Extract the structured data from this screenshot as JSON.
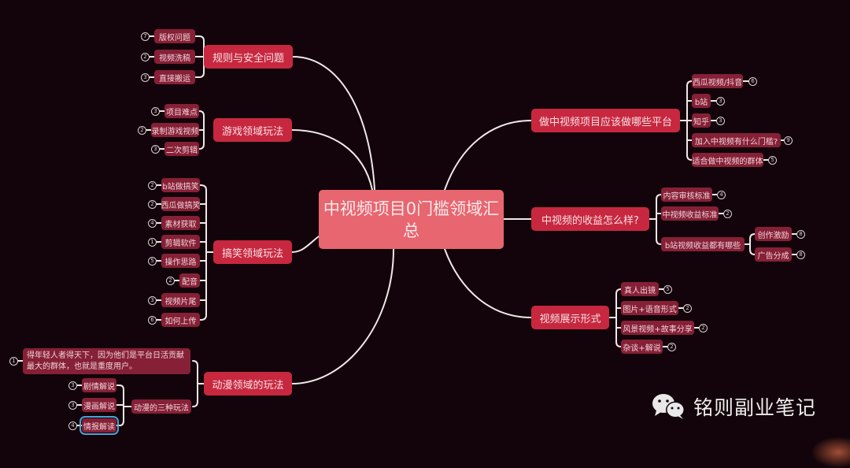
{
  "colors": {
    "background": "#12040a",
    "root_fill": "#e7666f",
    "main_fill": "#c7283f",
    "sub_fill": "#862036",
    "connector": "#f1e7e9",
    "selection_outline": "#4aa3d8"
  },
  "root": {
    "label": "中视频项目0门槛领域汇总"
  },
  "left_branches": [
    {
      "label": "规则与安全问题",
      "children": [
        {
          "label": "版权问题",
          "badge": "7"
        },
        {
          "label": "视频洗稿",
          "badge": "2"
        },
        {
          "label": "直接搬运",
          "badge": "3"
        }
      ]
    },
    {
      "label": "游戏领域玩法",
      "children": [
        {
          "label": "项目难点",
          "badge": "3"
        },
        {
          "label": "录制游戏视频",
          "badge": "2"
        },
        {
          "label": "二次剪辑",
          "badge": "3"
        }
      ]
    },
    {
      "label": "搞笑领域玩法",
      "children": [
        {
          "label": "b站做搞笑",
          "badge": "2"
        },
        {
          "label": "西瓜做搞笑",
          "badge": "2"
        },
        {
          "label": "素材获取",
          "badge": "4"
        },
        {
          "label": "剪辑软件",
          "badge": "1"
        },
        {
          "label": "操作思路",
          "badge": "5"
        },
        {
          "label": "配音",
          "badge": "2"
        },
        {
          "label": "视频片尾",
          "badge": "3"
        },
        {
          "label": "如何上传",
          "badge": "6"
        }
      ]
    },
    {
      "label": "动漫领域的玩法",
      "children": [
        {
          "label": "得年轻人者得天下，因为他们是平台日活贡献最大的群体，也就是重度用户。",
          "badge": "1"
        },
        {
          "label": "动漫的三种玩法",
          "children": [
            {
              "label": "剧情解说",
              "badge": "3"
            },
            {
              "label": "漫画解说",
              "badge": "3"
            },
            {
              "label": "情报解读",
              "badge": "4",
              "selected": true
            }
          ]
        }
      ]
    }
  ],
  "right_branches": [
    {
      "label": "做中视频项目应该做哪些平台",
      "children": [
        {
          "label": "西瓜视频/抖音",
          "badge": "6"
        },
        {
          "label": "b站",
          "badge": "3"
        },
        {
          "label": "知乎",
          "badge": "3"
        },
        {
          "label": "加入中视频有什么门槛?",
          "badge": "9"
        },
        {
          "label": "适合做中视频的群体",
          "badge": "5"
        }
      ]
    },
    {
      "label": "中视频的收益怎么样?",
      "children": [
        {
          "label": "内容审核标准",
          "badge": "4"
        },
        {
          "label": "中视频收益标准",
          "badge": "2"
        },
        {
          "label": "b站视频收益都有哪些",
          "children": [
            {
              "label": "创作激励",
              "badge": "8"
            },
            {
              "label": "广告分成",
              "badge": "8"
            }
          ]
        }
      ]
    },
    {
      "label": "视频展示形式",
      "children": [
        {
          "label": "真人出镜",
          "badge": "5"
        },
        {
          "label": "图片+语音形式",
          "badge": "2"
        },
        {
          "label": "风景视频+故事分享",
          "badge": "2"
        },
        {
          "label": "杂谈+解说",
          "badge": "2"
        }
      ]
    }
  ],
  "watermark": {
    "icon": "wechat-icon",
    "text": "铭则副业笔记"
  }
}
